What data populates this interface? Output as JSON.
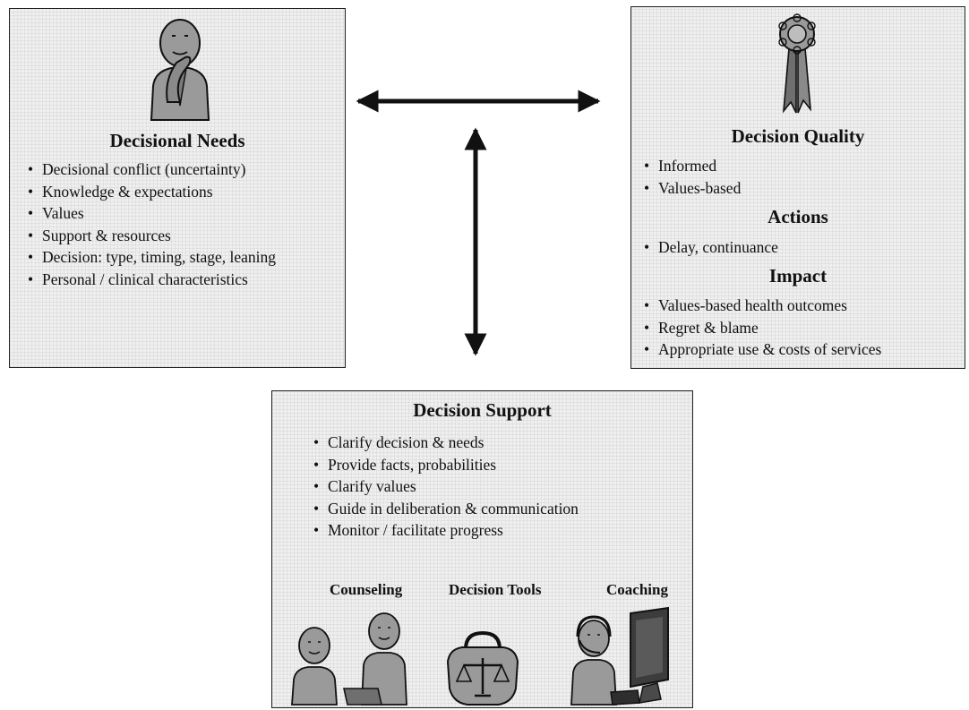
{
  "decisional_needs": {
    "title": "Decisional Needs",
    "items": [
      "Decisional conflict (uncertainty)",
      "Knowledge & expectations",
      "Values",
      "Support & resources",
      "Decision: type, timing, stage, leaning",
      "Personal / clinical characteristics"
    ],
    "icon": "thinking-person-icon"
  },
  "decision_quality": {
    "title": "Decision Quality",
    "items": [
      "Informed",
      "Values-based"
    ],
    "actions_title": "Actions",
    "actions_items": [
      "Delay, continuance"
    ],
    "impact_title": "Impact",
    "impact_items": [
      "Values-based health outcomes",
      "Regret & blame",
      "Appropriate use & costs of services"
    ],
    "icon": "award-ribbon-icon"
  },
  "decision_support": {
    "title": "Decision Support",
    "items": [
      "Clarify decision & needs",
      "Provide facts, probabilities",
      "Clarify values",
      "Guide in deliberation & communication",
      "Monitor / facilitate progress"
    ],
    "counseling_label": "Counseling",
    "tools_label": "Decision Tools",
    "coaching_label": "Coaching",
    "icons": [
      "counseling-people-icon",
      "scales-bag-icon",
      "coach-headset-computer-icon"
    ]
  },
  "colors": {
    "box_fill": "#efefef",
    "icon_fill": "#9a9a9a",
    "line": "#111111"
  }
}
